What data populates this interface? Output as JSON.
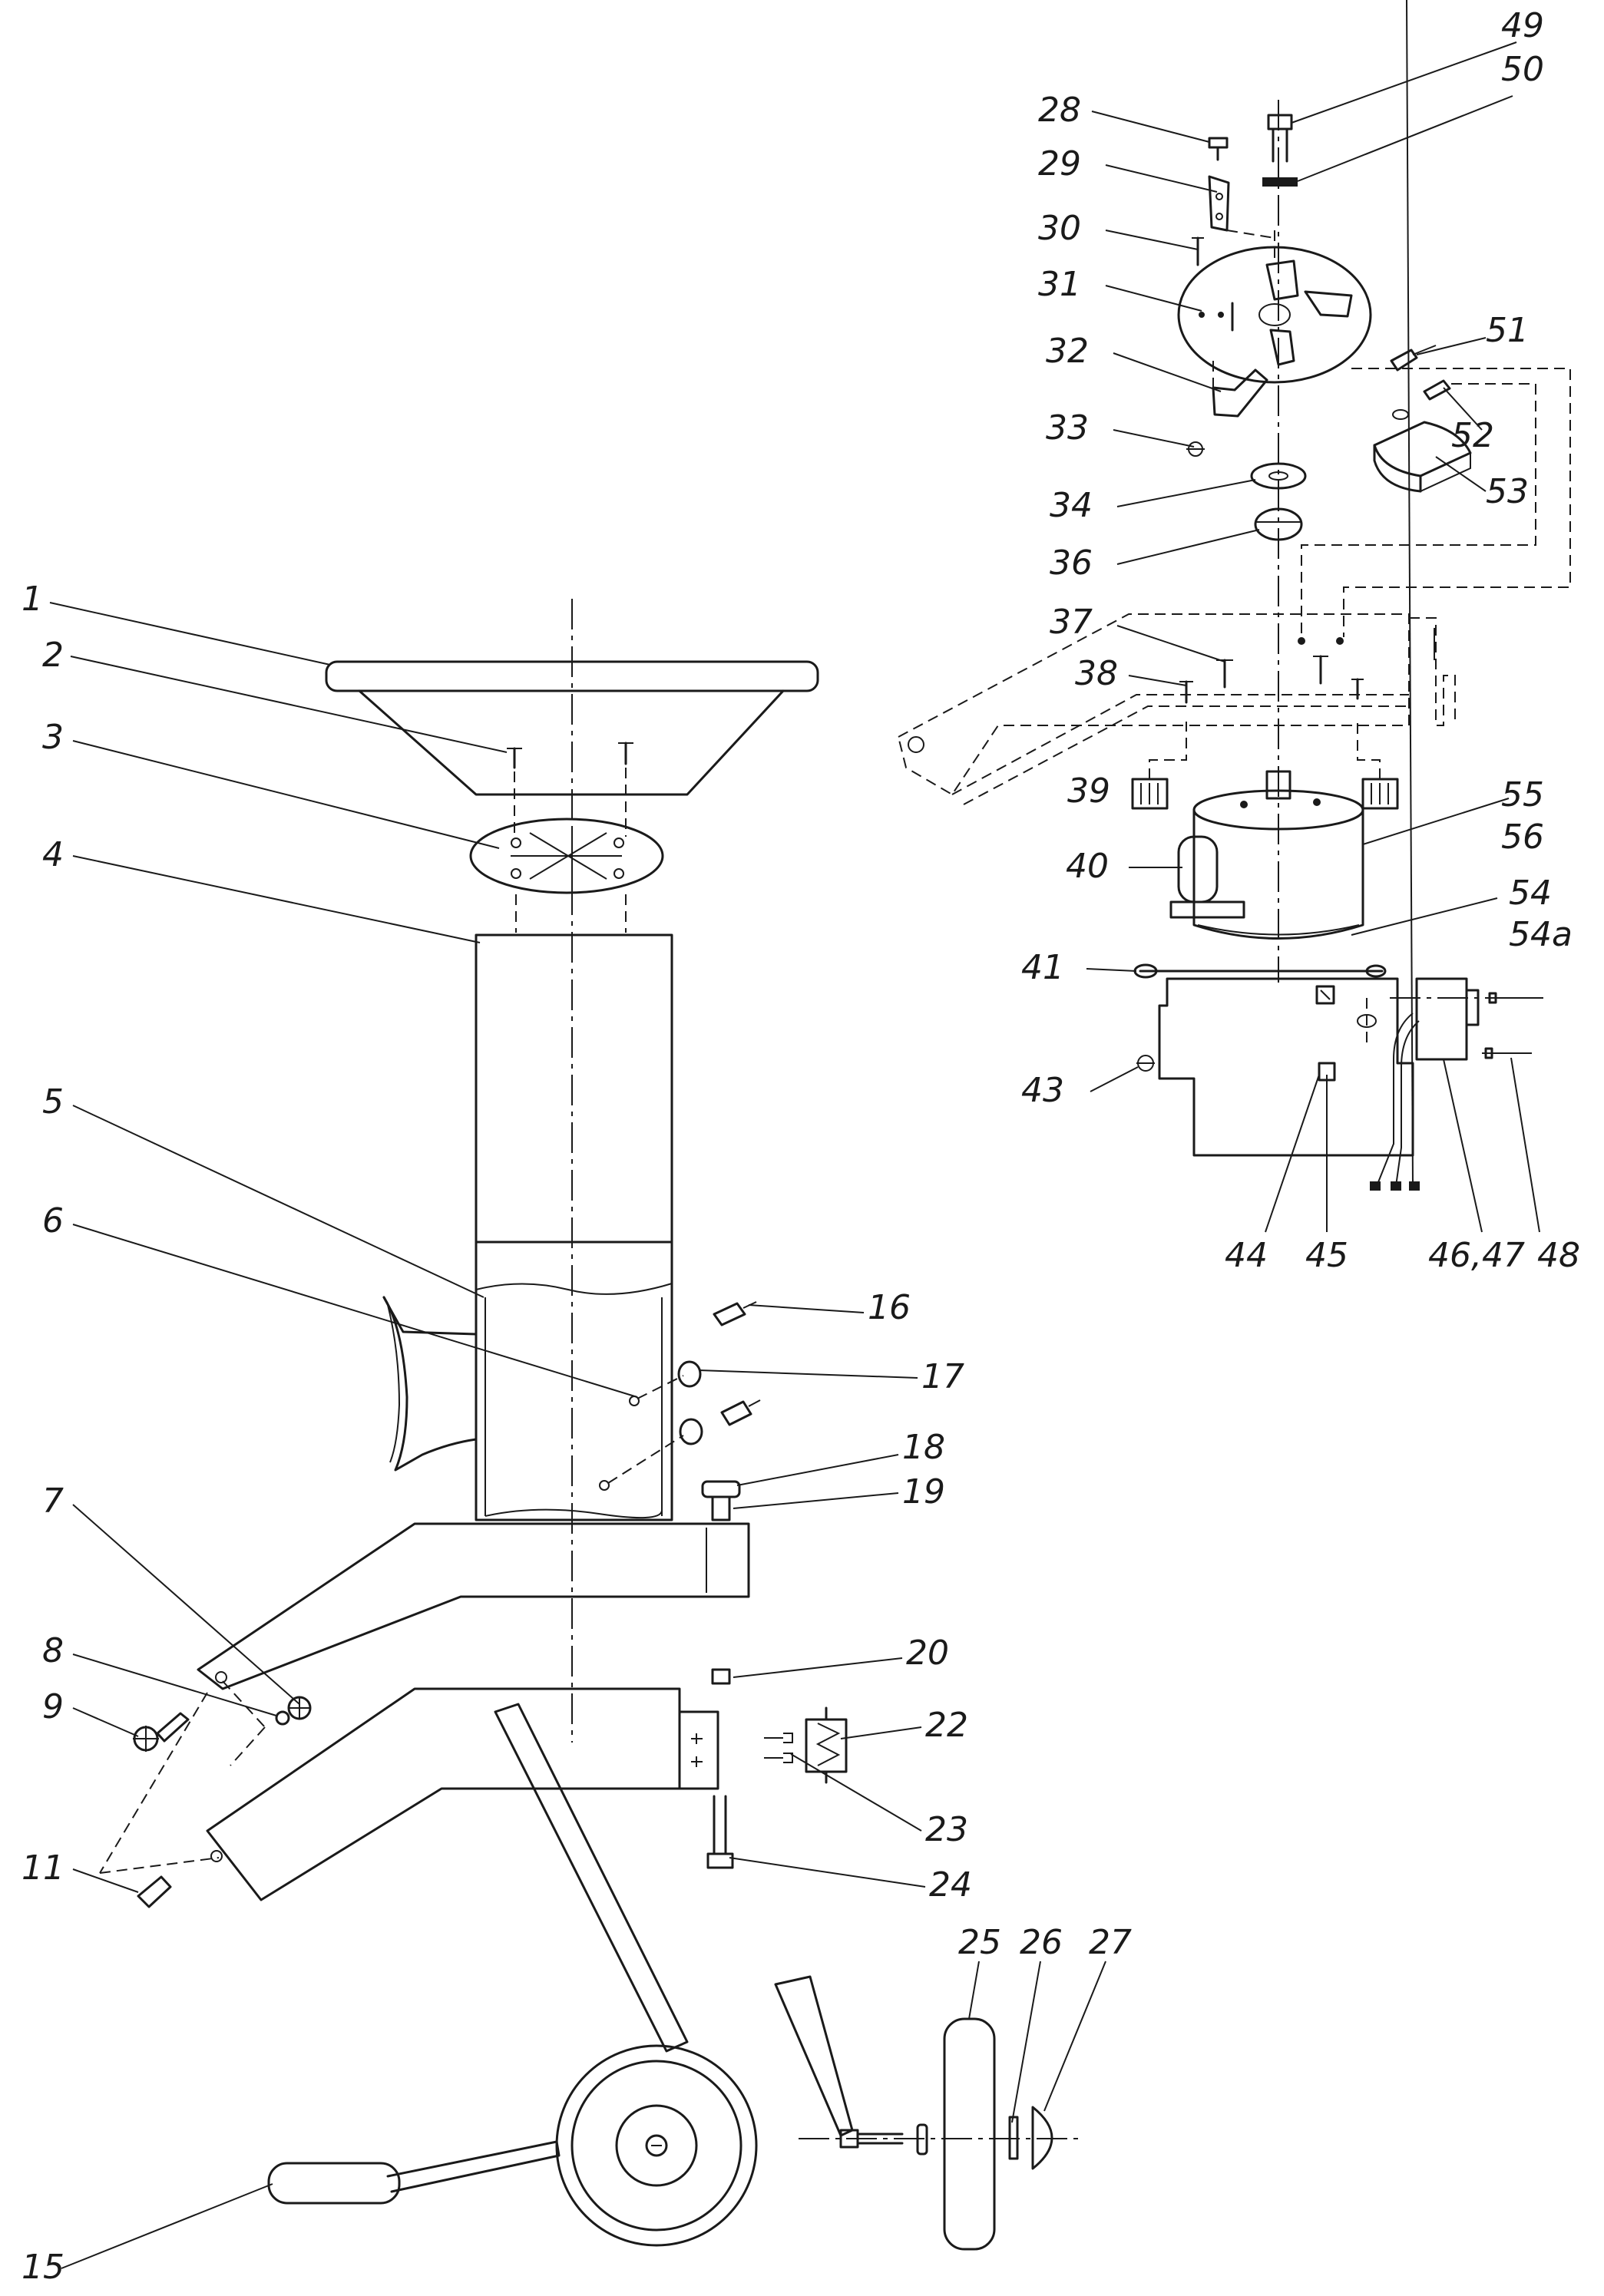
{
  "callouts": [
    {
      "id": "c1",
      "text": "1"
    },
    {
      "id": "c2",
      "text": "2"
    },
    {
      "id": "c3",
      "text": "3"
    },
    {
      "id": "c4",
      "text": "4"
    },
    {
      "id": "c5",
      "text": "5"
    },
    {
      "id": "c6",
      "text": "6"
    },
    {
      "id": "c7",
      "text": "7"
    },
    {
      "id": "c8",
      "text": "8"
    },
    {
      "id": "c9",
      "text": "9"
    },
    {
      "id": "c11",
      "text": "11"
    },
    {
      "id": "c15",
      "text": "15"
    },
    {
      "id": "c16",
      "text": "16"
    },
    {
      "id": "c17",
      "text": "17"
    },
    {
      "id": "c18",
      "text": "18"
    },
    {
      "id": "c19",
      "text": "19"
    },
    {
      "id": "c20",
      "text": "20"
    },
    {
      "id": "c22",
      "text": "22"
    },
    {
      "id": "c23",
      "text": "23"
    },
    {
      "id": "c24",
      "text": "24"
    },
    {
      "id": "c25",
      "text": "25"
    },
    {
      "id": "c26",
      "text": "26"
    },
    {
      "id": "c27",
      "text": "27"
    },
    {
      "id": "c28",
      "text": "28"
    },
    {
      "id": "c29",
      "text": "29"
    },
    {
      "id": "c30",
      "text": "30"
    },
    {
      "id": "c31",
      "text": "31"
    },
    {
      "id": "c32",
      "text": "32"
    },
    {
      "id": "c33",
      "text": "33"
    },
    {
      "id": "c34",
      "text": "34"
    },
    {
      "id": "c36",
      "text": "36"
    },
    {
      "id": "c37",
      "text": "37"
    },
    {
      "id": "c38",
      "text": "38"
    },
    {
      "id": "c39",
      "text": "39"
    },
    {
      "id": "c40",
      "text": "40"
    },
    {
      "id": "c41",
      "text": "41"
    },
    {
      "id": "c43",
      "text": "43"
    },
    {
      "id": "c44",
      "text": "44"
    },
    {
      "id": "c45",
      "text": "45"
    },
    {
      "id": "c4647",
      "text": "46,47"
    },
    {
      "id": "c48",
      "text": "48"
    },
    {
      "id": "c49",
      "text": "49"
    },
    {
      "id": "c50",
      "text": "50"
    },
    {
      "id": "c51",
      "text": "51"
    },
    {
      "id": "c52",
      "text": "52"
    },
    {
      "id": "c53",
      "text": "53"
    },
    {
      "id": "c54",
      "text": "54"
    },
    {
      "id": "c54a",
      "text": "54a"
    },
    {
      "id": "c55",
      "text": "55"
    },
    {
      "id": "c56",
      "text": "56"
    }
  ],
  "colors": {
    "ink": "#1a1a1a",
    "paper": "#ffffff"
  }
}
